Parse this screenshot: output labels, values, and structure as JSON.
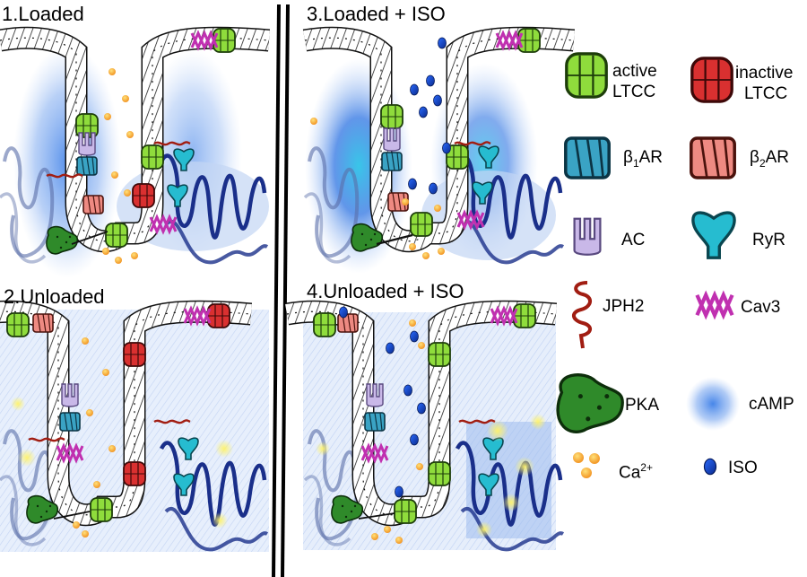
{
  "panels": [
    {
      "title": "1.Loaded"
    },
    {
      "title": "2.Unloaded"
    },
    {
      "title": "3.Loaded + ISO"
    },
    {
      "title": "4.Unloaded + ISO"
    }
  ],
  "legend": {
    "active_ltcc": {
      "line1": "active",
      "line2": "LTCC",
      "color": "#8fdc3c"
    },
    "inactive_ltcc": {
      "line1": "inactive",
      "line2": "LTCC",
      "color": "#d93030"
    },
    "b1ar": {
      "base": "β",
      "sub": "1",
      "rest": "AR",
      "color": "#3aa3c4"
    },
    "b2ar": {
      "base": "β",
      "sub": "2",
      "rest": "AR",
      "color": "#ee8a82"
    },
    "ac": {
      "label": "AC",
      "color": "#c9b8e8"
    },
    "ryr": {
      "label": "RyR",
      "color": "#26bcd0"
    },
    "jph2": {
      "label": "JPH2",
      "color": "#a11d12"
    },
    "cav3": {
      "label": "Cav3",
      "color": "#c030b0"
    },
    "pka": {
      "label": "PKA",
      "color": "#2f8a2a"
    },
    "camp": {
      "label": "cAMP",
      "color": "#4a88e6"
    },
    "calcium": {
      "base": "Ca",
      "sup": "2+",
      "color": "#f7a640"
    },
    "iso": {
      "label": "ISO",
      "color": "#1f4fcf"
    }
  }
}
